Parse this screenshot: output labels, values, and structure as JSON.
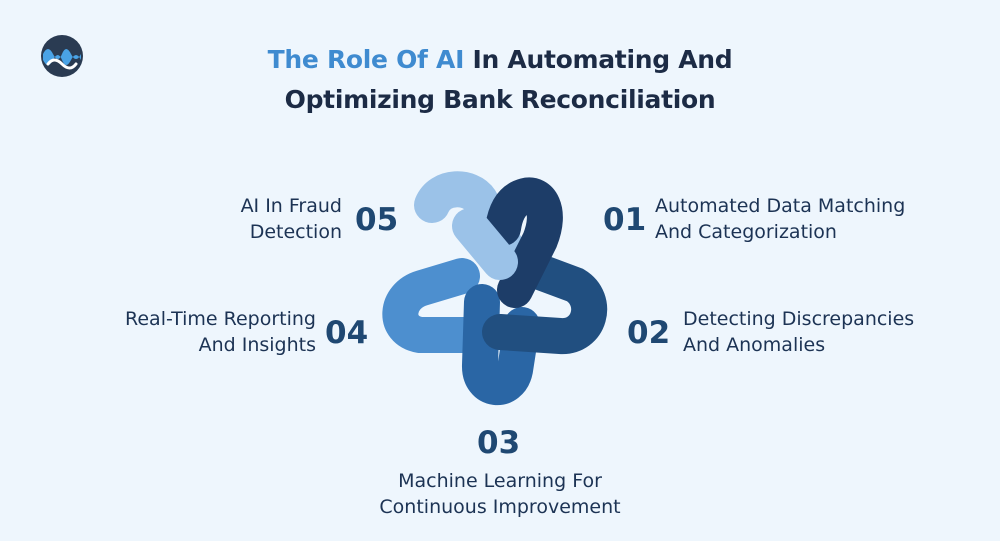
{
  "title": {
    "highlight": "The Role Of AI",
    "line1_rest": " In Automating And",
    "line2": "Optimizing Bank Reconciliation"
  },
  "items": [
    {
      "number": "01",
      "line1": "Automated Data Matching",
      "line2": "And Categorization"
    },
    {
      "number": "02",
      "line1": "Detecting Discrepancies",
      "line2": "And Anomalies"
    },
    {
      "number": "03",
      "line1": "Machine Learning For",
      "line2": "Continuous Improvement"
    },
    {
      "number": "04",
      "line1": "Real-Time Reporting",
      "line2": "And Insights"
    },
    {
      "number": "05",
      "line1": "AI In Fraud",
      "line2": "Detection"
    }
  ],
  "colors": {
    "background": "#eef6fd",
    "title_dark": "#1c2b45",
    "title_accent": "#3f8bd0",
    "number": "#1f4872",
    "arm_01": "#1d3d68",
    "arm_02": "#214f80",
    "arm_03": "#2a66a5",
    "arm_04": "#4d8fcf",
    "arm_05": "#9bc2e8"
  }
}
